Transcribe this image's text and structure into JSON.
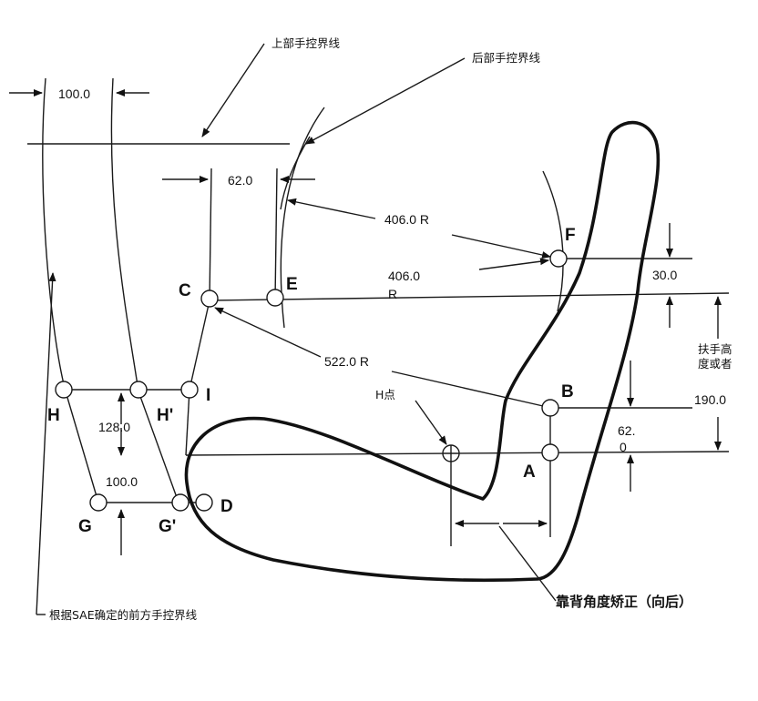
{
  "points": {
    "A": "A",
    "B": "B",
    "C": "C",
    "D": "D",
    "E": "E",
    "F": "F",
    "G": "G",
    "G_prime": "G'",
    "H": "H",
    "H_prime": "H'",
    "I": "I"
  },
  "dimensions": {
    "top_width": "100.0",
    "ce_offset": "62.0",
    "radius_e": "406.0  R",
    "radius_c_line1": "406.0",
    "radius_c_line2": "R",
    "radius_b": "522.0  R",
    "f_offset": "30.0",
    "a_to_top": "190.0",
    "ab_line1": "62.",
    "ab_line2": "0",
    "h_height": "128.0",
    "g_width": "100.0"
  },
  "annotations": {
    "upper_limit": "上部手控界线",
    "rear_limit": "后部手控界线",
    "armrest_line1": "扶手高",
    "armrest_line2": "度或者",
    "h_point": "H点",
    "seatback_correction": "靠背角度矫正（向后）",
    "front_limit": "根据SAE确定的前方手控界线"
  }
}
